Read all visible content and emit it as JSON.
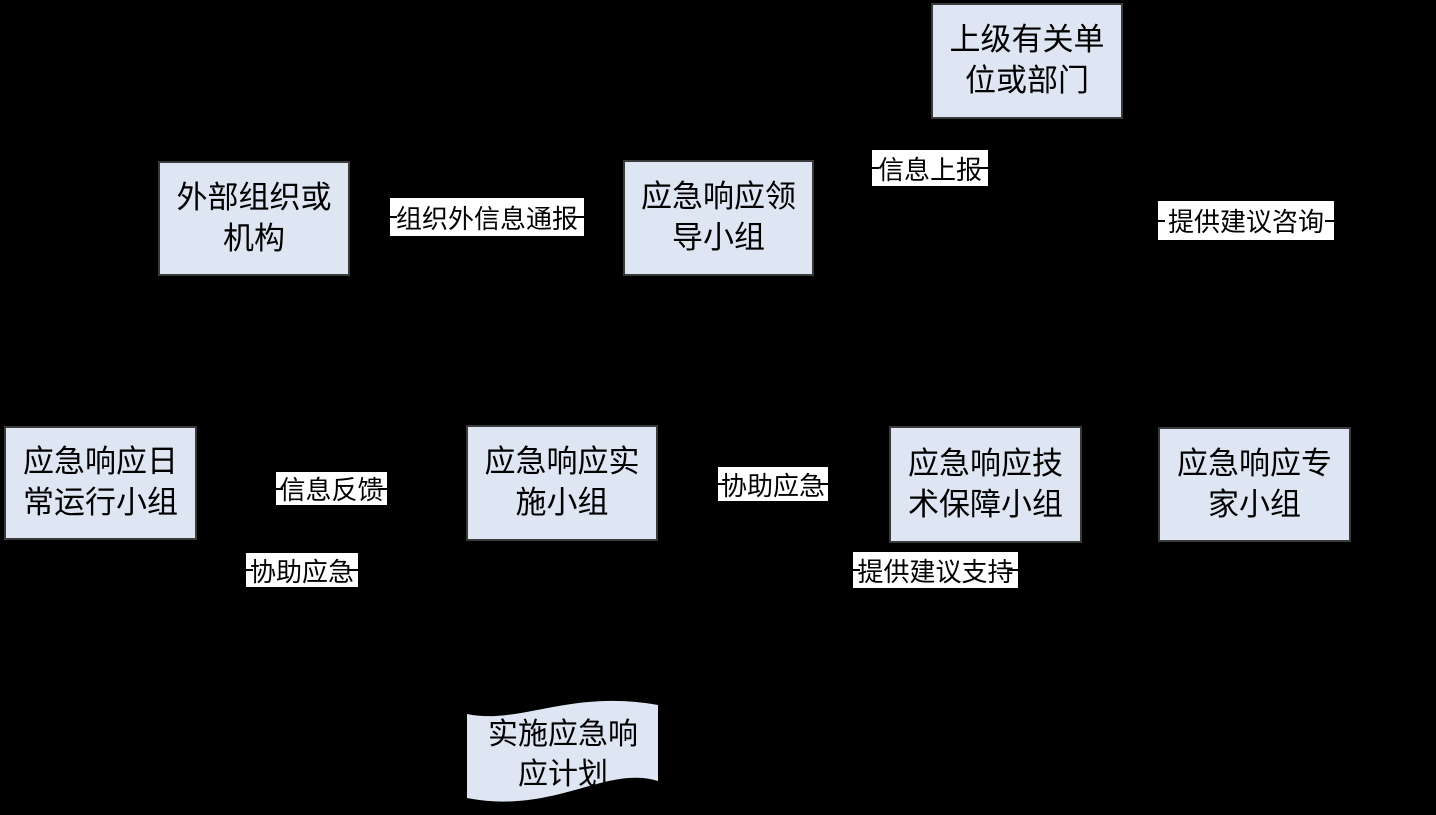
{
  "diagram": {
    "background_color": "#000000",
    "node_fill_color": "#dde6f2",
    "node_border_color": "#3a3a3a",
    "edge_label_bg_color": "#ffffff",
    "text_color": "#000000",
    "nodes": [
      {
        "id": "superior-unit",
        "shape": "rect",
        "label": "上级有关单位或部门"
      },
      {
        "id": "external-org",
        "shape": "rect",
        "label": "外部组织或机构"
      },
      {
        "id": "leadership-team",
        "shape": "rect",
        "label": "应急响应领导小组"
      },
      {
        "id": "daily-ops-team",
        "shape": "rect",
        "label": "应急响应日常运行小组"
      },
      {
        "id": "implementation-team",
        "shape": "rect",
        "label": "应急响应实施小组"
      },
      {
        "id": "tech-support-team",
        "shape": "rect",
        "label": "应急响应技术保障小组"
      },
      {
        "id": "expert-team",
        "shape": "rect",
        "label": "应急响应专家小组"
      },
      {
        "id": "implement-plan",
        "shape": "wave",
        "label": "实施应急响应计划"
      }
    ],
    "edge_labels": [
      {
        "id": "info-report",
        "label": "信息上报"
      },
      {
        "id": "external-info-notice",
        "label": "组织外信息通报"
      },
      {
        "id": "advice-consult",
        "label": "提供建议咨询"
      },
      {
        "id": "info-feedback",
        "label": "信息反馈"
      },
      {
        "id": "assist-emergency-left",
        "label": "协助应急"
      },
      {
        "id": "assist-emergency-right",
        "label": "协助应急"
      },
      {
        "id": "advice-support",
        "label": "提供建议支持"
      }
    ]
  }
}
